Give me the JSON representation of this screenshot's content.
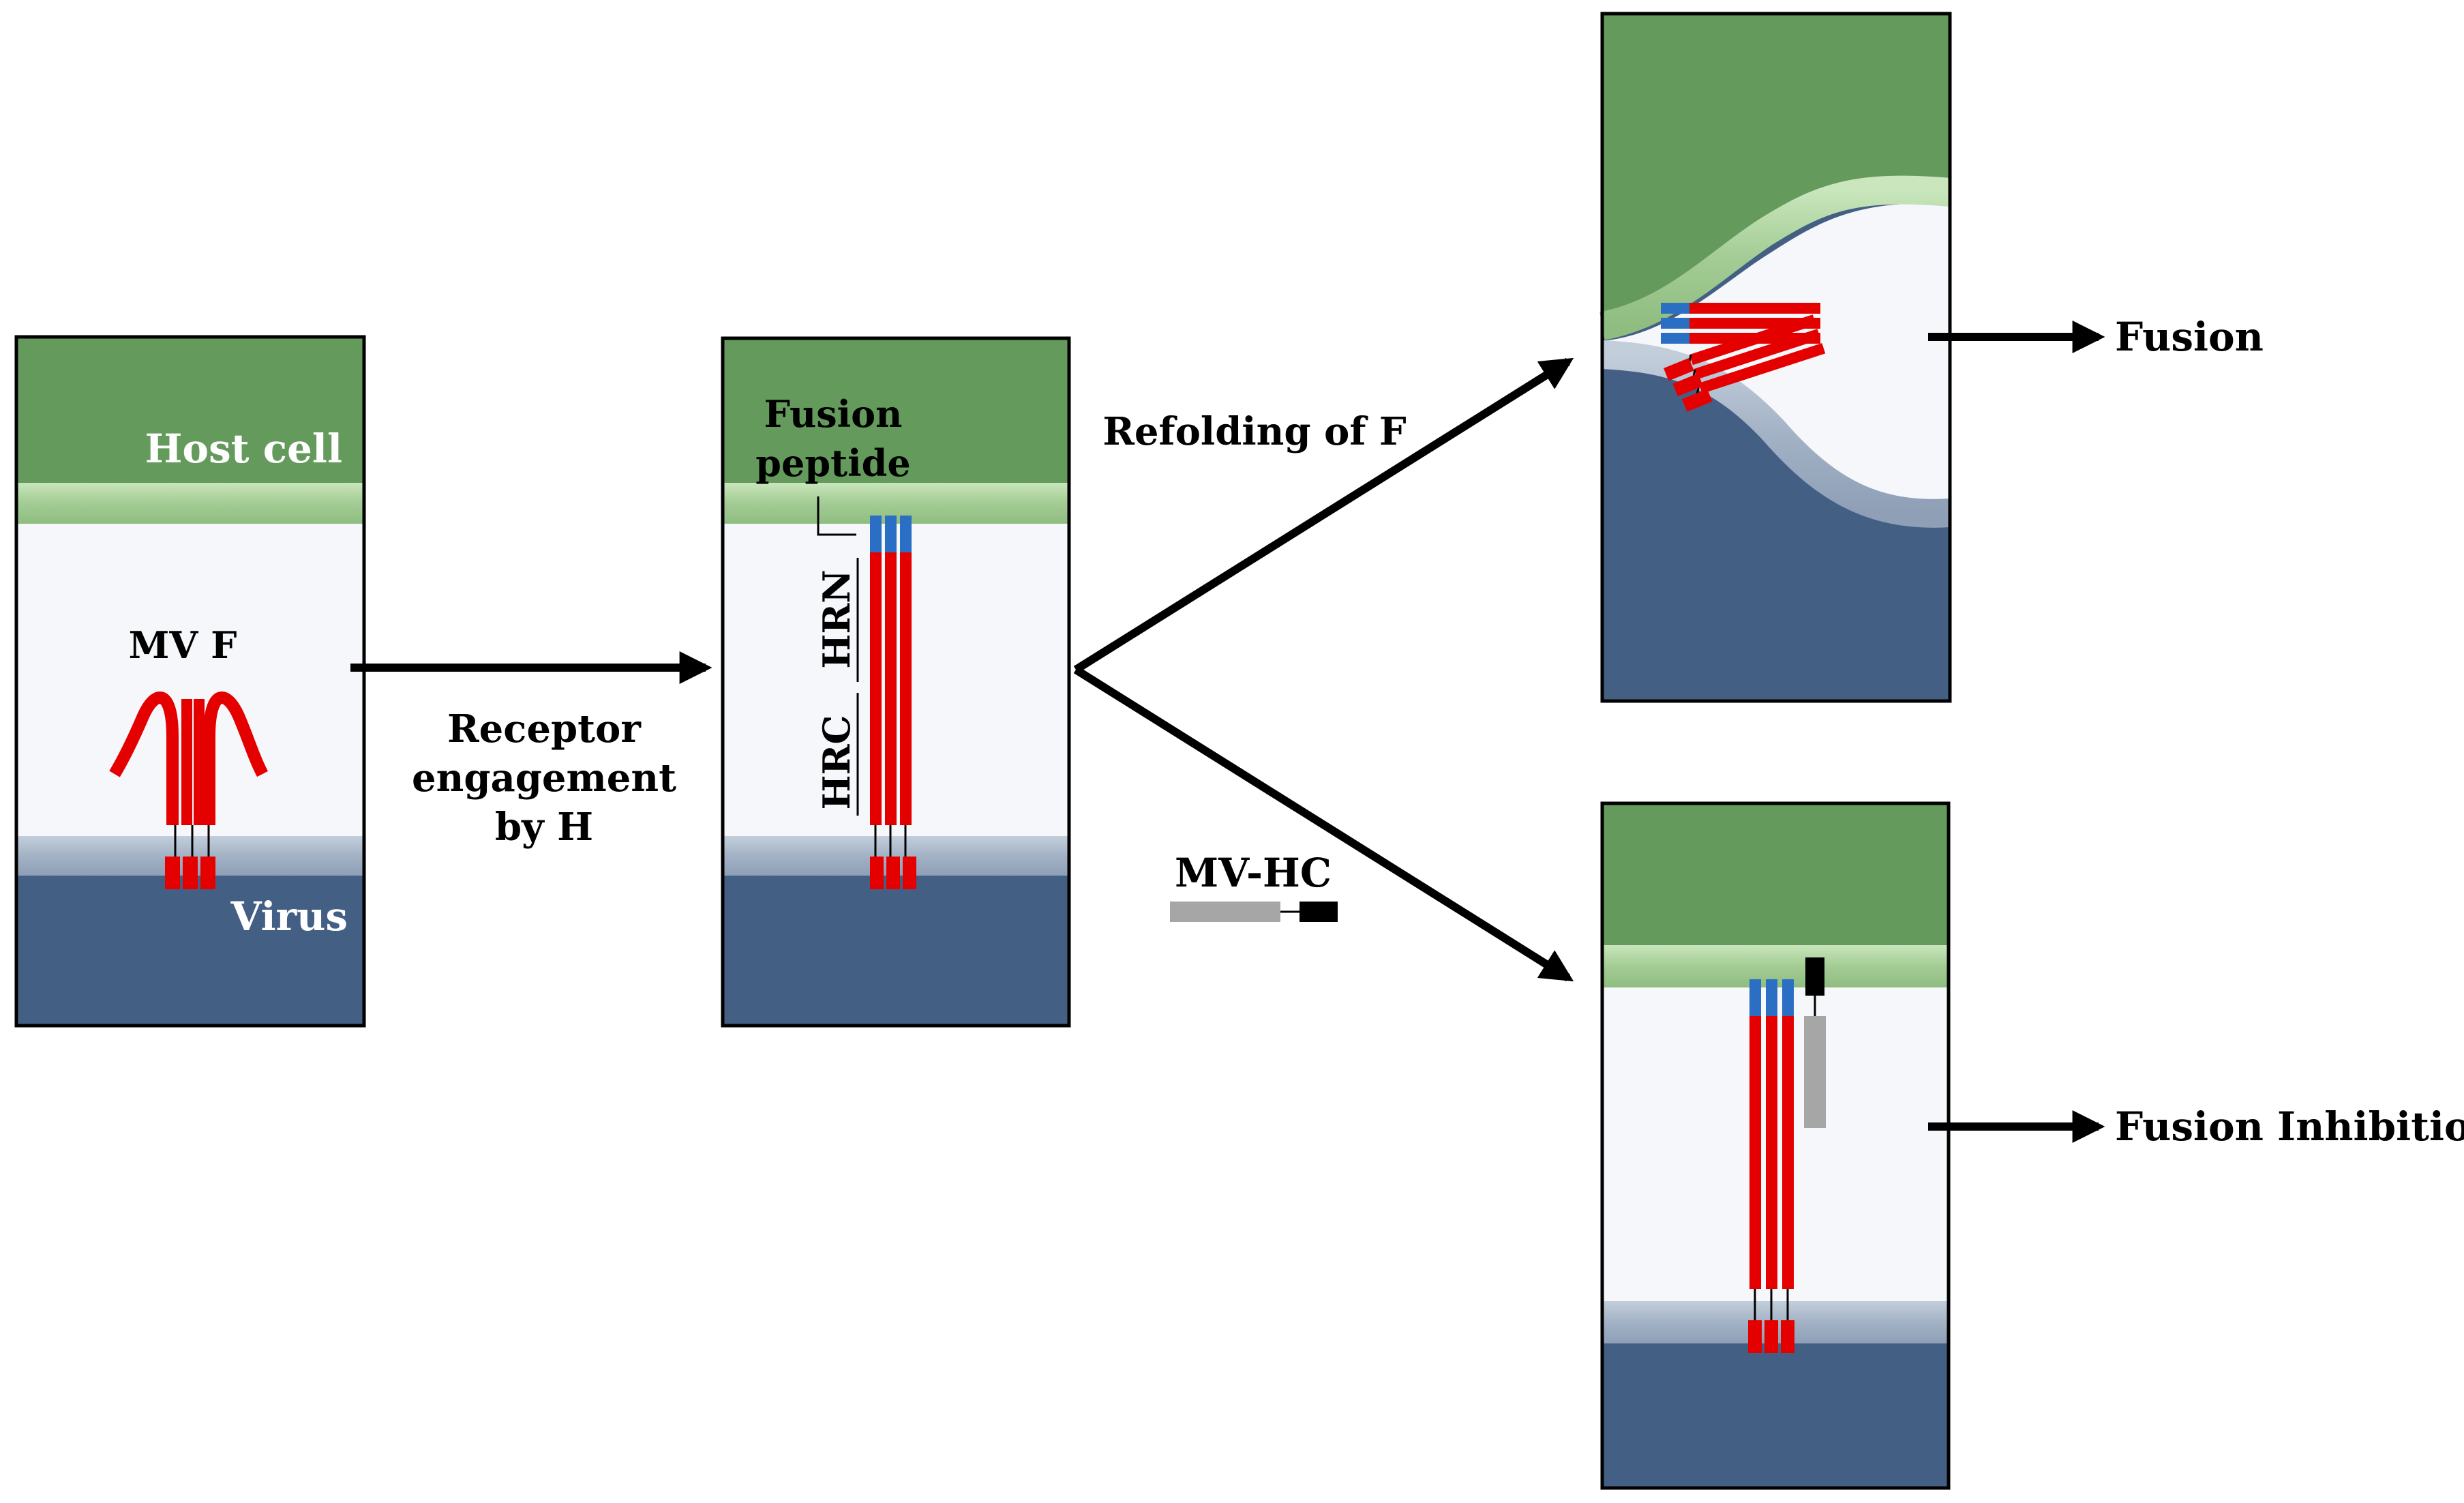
{
  "labels": {
    "host_cell": "Host cell",
    "virus": "Virus",
    "mv_f": "MV F",
    "receptor_line1": "Receptor",
    "receptor_line2": "engagement",
    "receptor_line3": "by H",
    "fusion_peptide_line1": "Fusion",
    "fusion_peptide_line2": "peptide",
    "hrn": "HRN",
    "hrc": "HRC",
    "refolding": "Refolding of F",
    "mv_hc": "MV-HC",
    "fusion": "Fusion",
    "fusion_inhibition": "Fusion Inhibition"
  },
  "colors": {
    "host_cell": "#649a5c",
    "host_membrane": "#a9cf9b",
    "virus": "#445f84",
    "virus_membrane": "#a6b5c7",
    "interior": "#f5f7fb",
    "f_protein": "#e50000",
    "fusion_peptide": "#2a6fc3",
    "inhibitor_body": "#a6a6a6",
    "inhibitor_head": "#000000",
    "host_label": "#ffffff",
    "virus_label": "#ffffff",
    "text": "#000000"
  }
}
